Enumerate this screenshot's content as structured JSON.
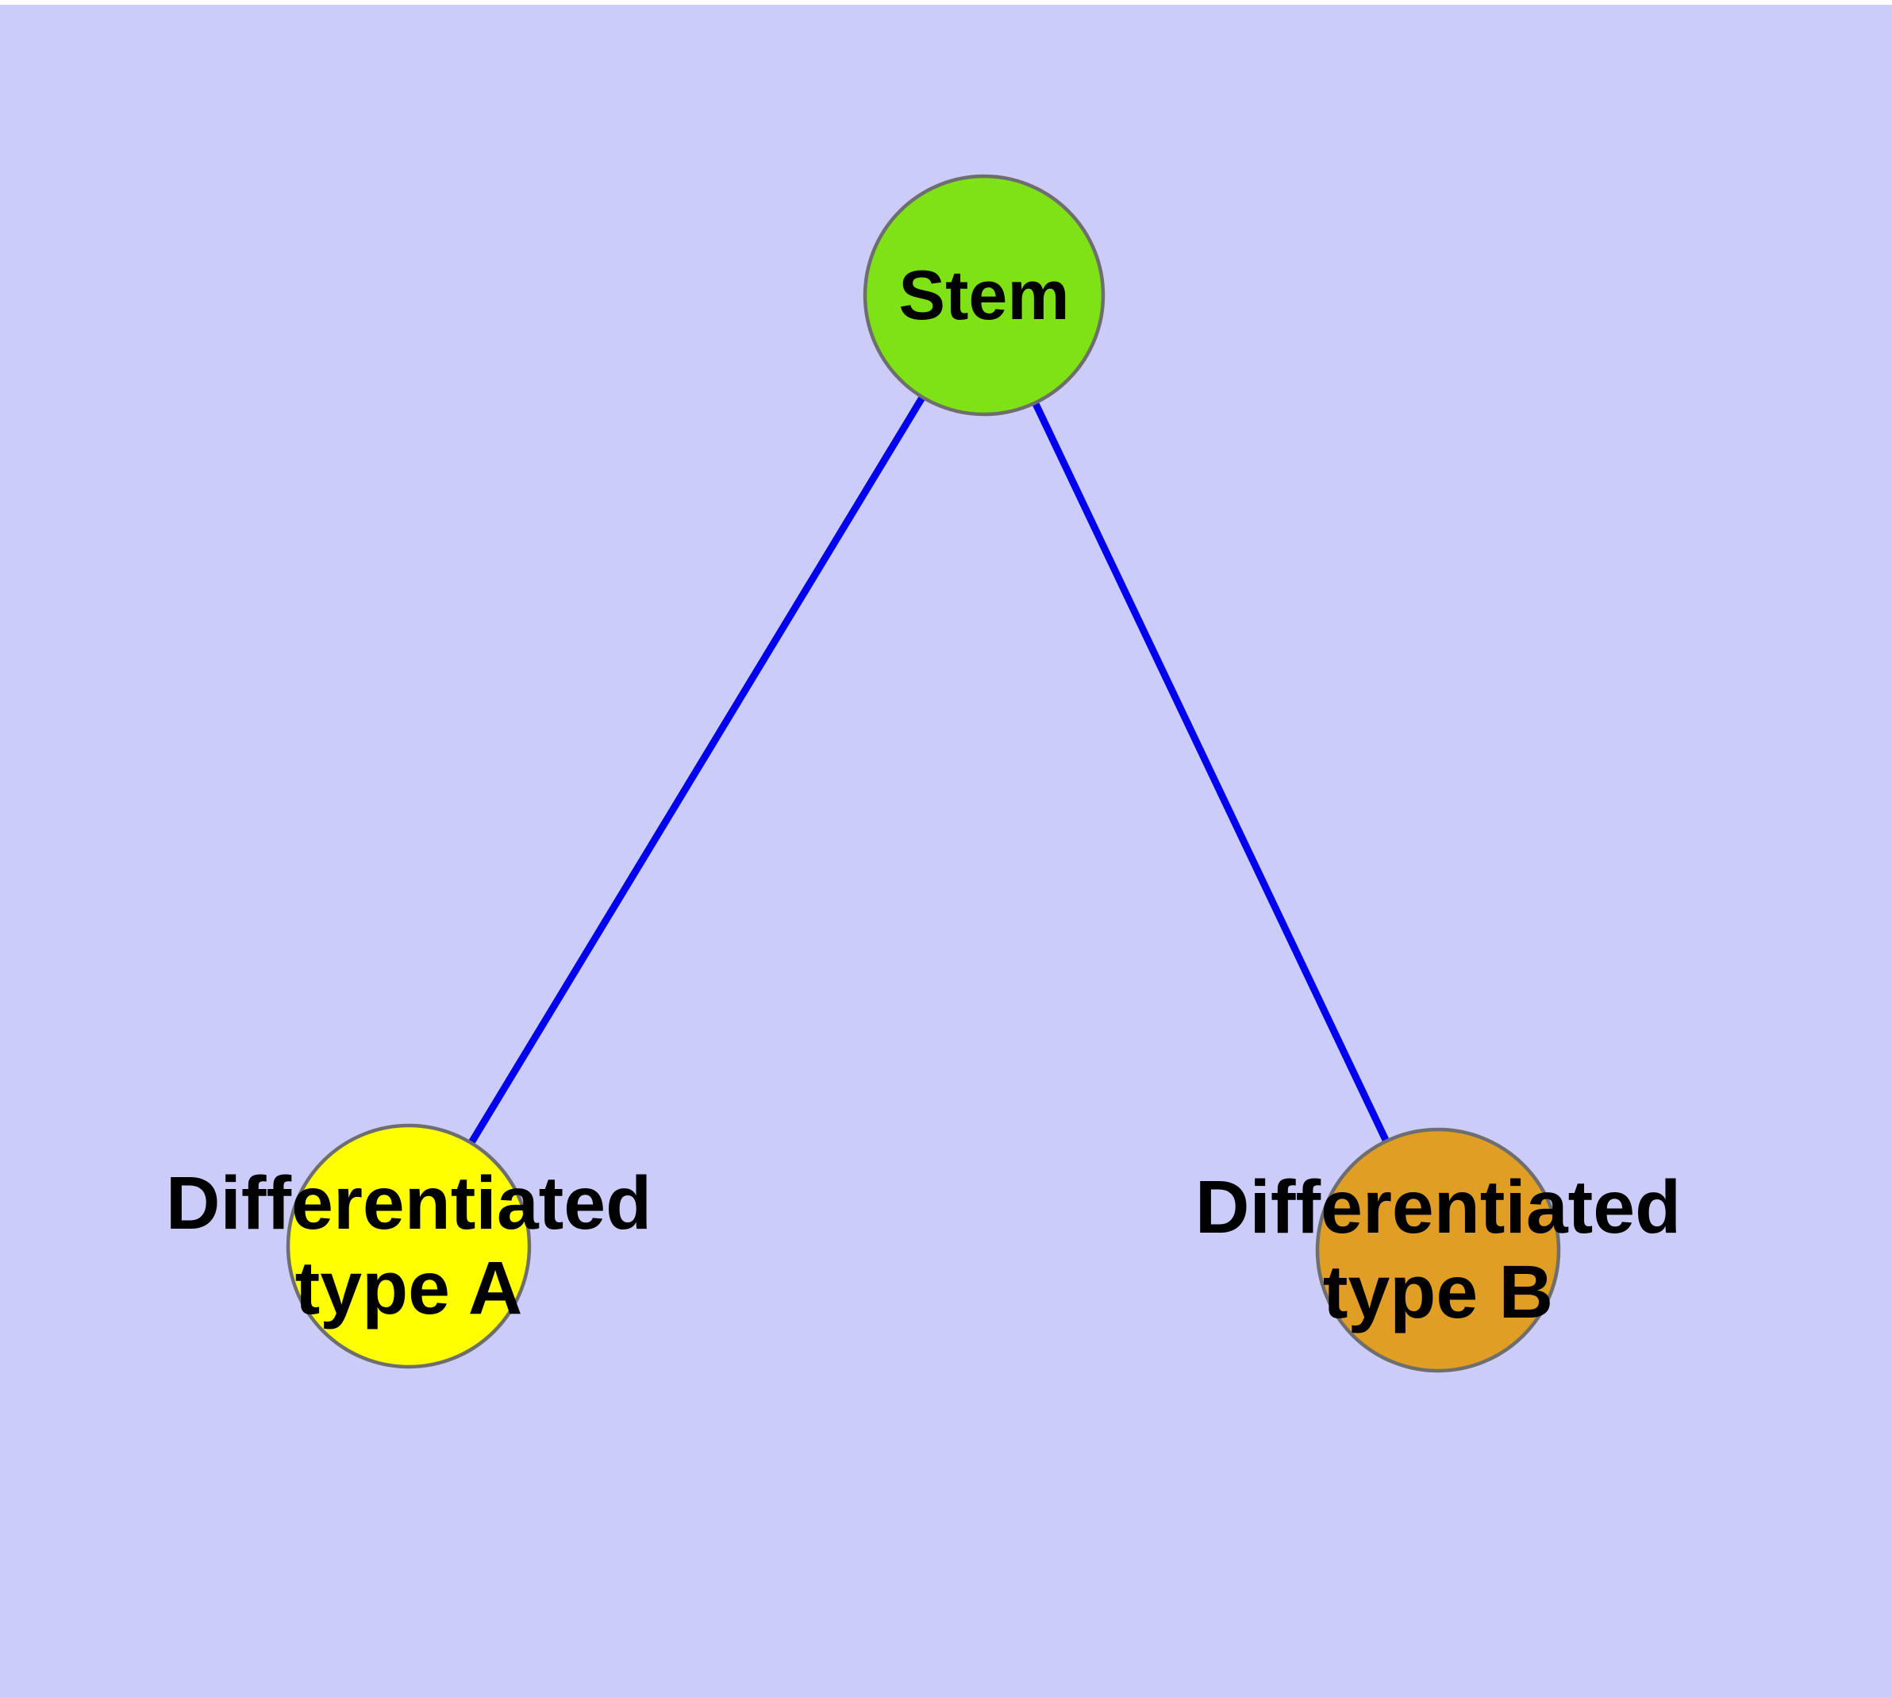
{
  "diagram": {
    "background_color": "#CCCCF8",
    "top_strip_color": "#FFFFFF",
    "edge_color": "#0000EE",
    "node_border_color": "#6E6E6E",
    "label_color": "#000000",
    "nodes": {
      "stem": {
        "label": "Stem",
        "color": "#7EE214"
      },
      "type_a": {
        "label_line1": "Differentiated",
        "label_line2": "type A",
        "color": "#FFFF00"
      },
      "type_b": {
        "label_line1": "Differentiated",
        "label_line2": "type B",
        "color": "#E09E24"
      }
    },
    "edges": [
      {
        "from": "Stem",
        "to": "Differentiated type A"
      },
      {
        "from": "Stem",
        "to": "Differentiated type B"
      }
    ]
  }
}
